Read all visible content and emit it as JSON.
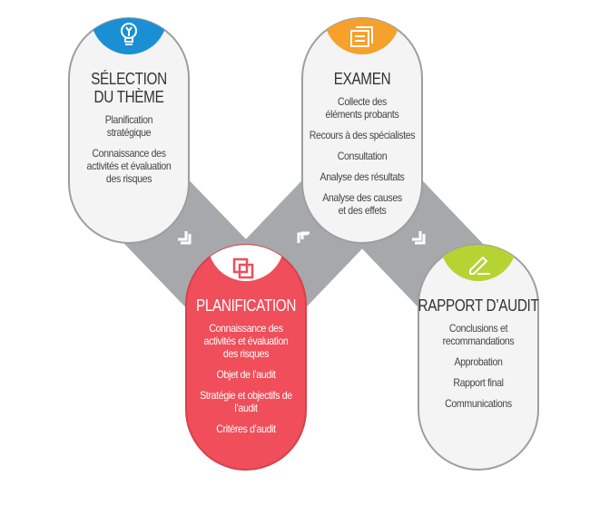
{
  "colors": {
    "blue": "#1a8fd4",
    "orange": "#f5a12b",
    "red": "#ef4e5a",
    "green": "#b6d334",
    "connector": "#a7a8ab"
  },
  "steps": [
    {
      "title_lines": [
        "SÉLECTION",
        "DU THÈME"
      ],
      "icon": "lightbulb-icon",
      "items": [
        "Planification stratégique",
        "Connaissance des activités et évaluation des risques"
      ]
    },
    {
      "title_lines": [
        "PLANIFICATION"
      ],
      "icon": "layers-icon",
      "items": [
        "Connaissance des activités et évaluation des risques",
        "Objet de l’audit",
        "Stratégie et objectifs de l’audit",
        "Critères d’audit"
      ]
    },
    {
      "title_lines": [
        "EXAMEN"
      ],
      "icon": "documents-icon",
      "items": [
        "Collecte des éléments probants",
        "Recours à des spécialistes",
        "Consultation",
        "Analyse des résultats",
        "Analyse des causes et des effets"
      ]
    },
    {
      "title_lines": [
        "RAPPORT D’AUDIT"
      ],
      "icon": "pencil-icon",
      "items": [
        "Conclusions et recommandations",
        "Approbation",
        "Rapport final",
        "Communications"
      ]
    }
  ],
  "connector_icon": "chevron-corner-icon"
}
